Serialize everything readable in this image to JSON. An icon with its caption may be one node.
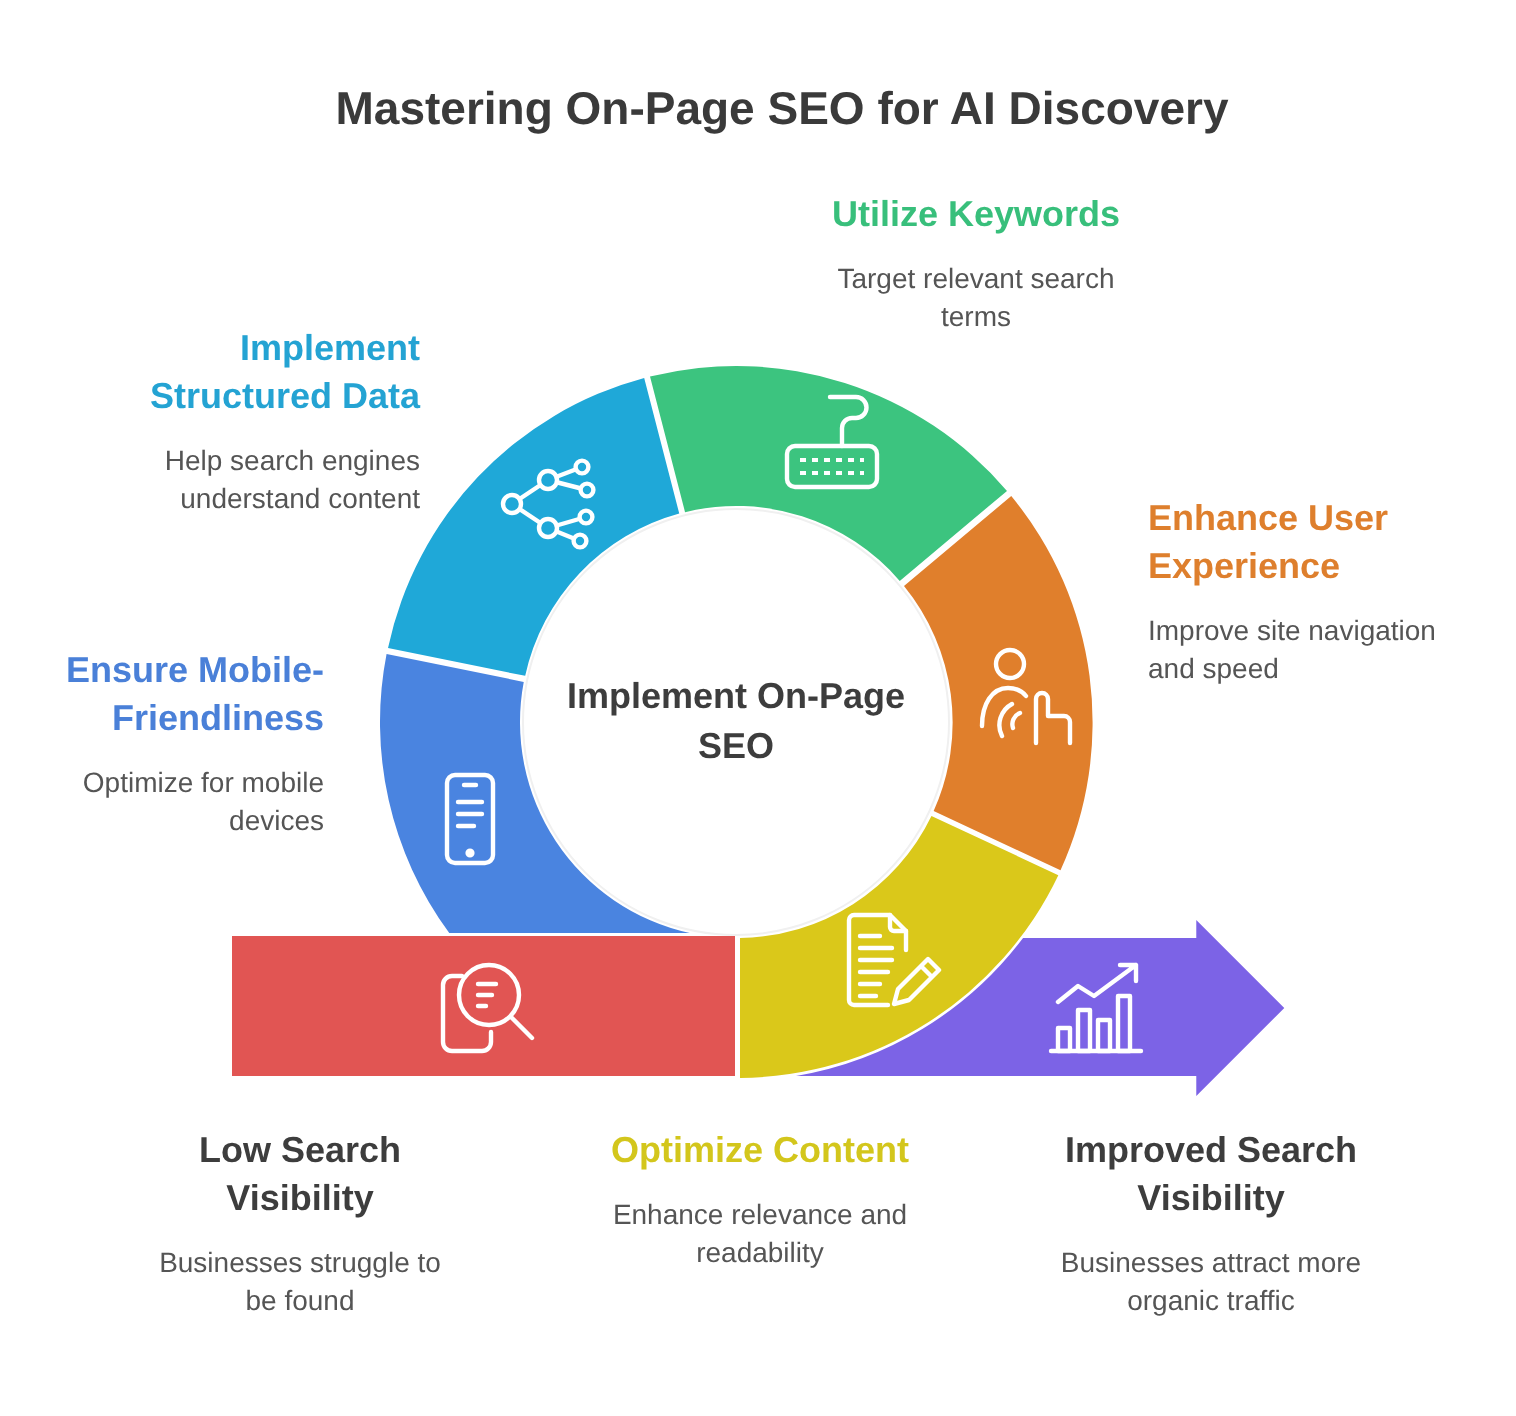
{
  "diagram": {
    "title": "Mastering On-Page SEO for AI Discovery",
    "nodes": [
      {
        "text": [
          "Low Search Visibility",
          "Businesses struggle to be found"
        ]
      },
      {
        "text": [
          "Implement On-Page SEO"
        ]
      },
      {
        "text": [
          "Ensure Mobile-Friendliness",
          "Optimize for mobile devices"
        ]
      },
      {
        "text": [
          "Implement Structured Data",
          "Help search engines understand content"
        ]
      },
      {
        "text": [
          "Utilize Keywords",
          "Target relevant search terms"
        ]
      },
      {
        "text": [
          "Enhance User Experience",
          "Improve site navigation and speed"
        ]
      },
      {
        "text": [
          "Optimize Content",
          "Enhance relevance and readability"
        ]
      },
      {
        "text": [
          "Improved Search Visibility",
          "Businesses attract more organic traffic"
        ]
      }
    ]
  }
}
